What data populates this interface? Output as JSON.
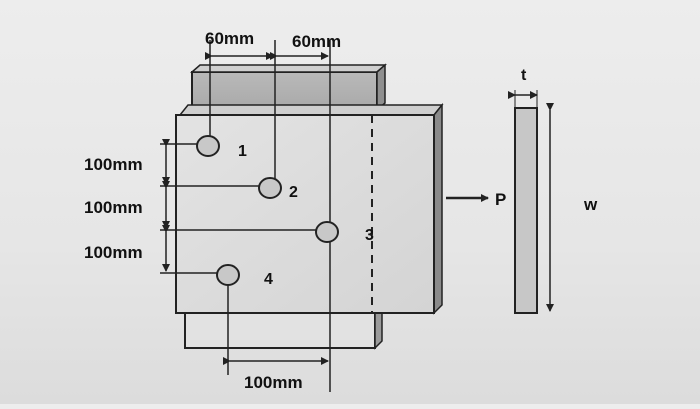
{
  "dimensions": {
    "top_left": "60mm",
    "top_right": "60mm",
    "left_1": "100mm",
    "left_2": "100mm",
    "left_3": "100mm",
    "bottom": "100mm",
    "thickness": "t",
    "width": "w"
  },
  "holes": [
    {
      "label": "1"
    },
    {
      "label": "2"
    },
    {
      "label": "3"
    },
    {
      "label": "4"
    }
  ],
  "load_label": "P"
}
